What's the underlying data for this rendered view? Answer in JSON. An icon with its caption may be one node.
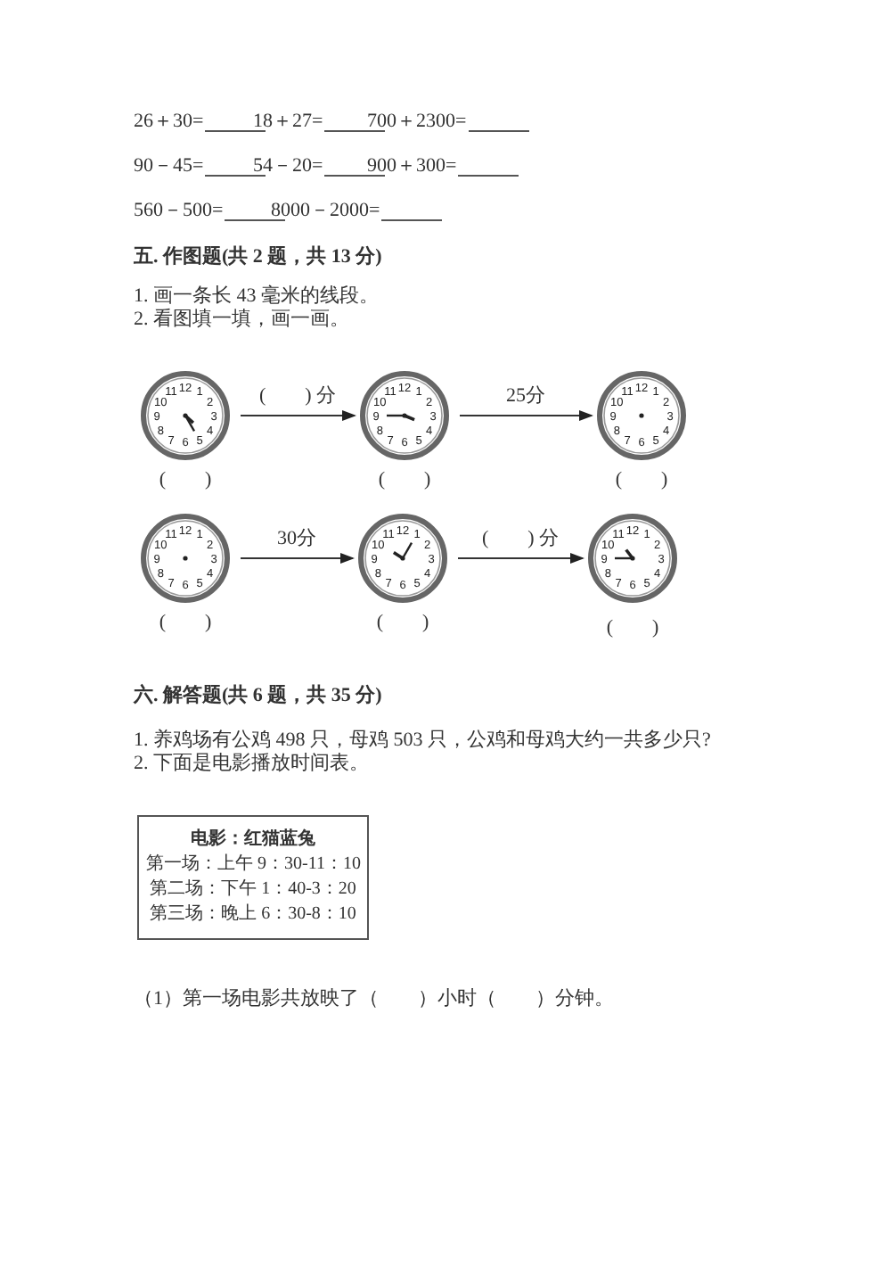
{
  "diagram": {
    "nodes": [
      {
        "text": [
          "11",
          "12",
          "1",
          "10",
          "2",
          "9",
          "3",
          "8",
          "4",
          "7",
          "6",
          "5"
        ],
        "beside": [
          "(        )"
        ]
      },
      {
        "text": [
          "11",
          "12",
          "1",
          "10",
          "2",
          "9",
          "3",
          "8",
          "4",
          "7",
          "6",
          "5"
        ],
        "beside": [
          "(        )"
        ]
      },
      {
        "text": [
          "11",
          "12",
          "1",
          "10",
          "2",
          "9",
          "3",
          "8",
          "4",
          "7",
          "6",
          "5"
        ],
        "beside": [
          "(        )"
        ]
      },
      {
        "text": [
          "11",
          "12",
          "1",
          "10",
          "2",
          "9",
          "3",
          "8",
          "4",
          "7",
          "6",
          "5"
        ],
        "beside": [
          "(        )"
        ]
      },
      {
        "text": [
          "11",
          "12",
          "1",
          "10",
          "2",
          "9",
          "3",
          "8",
          "4",
          "7",
          "6",
          "5"
        ],
        "beside": [
          "(        )"
        ]
      },
      {
        "text": [
          "11",
          "12",
          "1",
          "10",
          "2",
          "9",
          "3",
          "8",
          "4",
          "7",
          "6",
          "5"
        ],
        "beside": [
          "(        )"
        ]
      },
      {
        "text": [
          "电影：红猫蓝兔",
          "第一场：上午 9：30-11：10",
          "第二场：下午 1：40-3：20",
          "第三场：晚上 6：30-8：10"
        ]
      }
    ],
    "edges": [
      {
        "from": 0,
        "to": 1,
        "arrow": "to",
        "label": "(        ) 分"
      },
      {
        "from": 1,
        "to": 2,
        "arrow": "to",
        "label": "25分"
      },
      {
        "from": 3,
        "to": 4,
        "arrow": "to",
        "label": "30分"
      },
      {
        "from": 4,
        "to": 5,
        "arrow": "to",
        "label": "(        ) 分"
      }
    ],
    "labels": [
      "26＋30=",
      "18＋27=",
      "700＋2300=",
      "90－45=",
      "54－20=",
      "900＋300=",
      "560－500=",
      "8000－2000=",
      "五. 作图题(共 2 题，共 13 分)",
      "1. 画一条长 43 毫米的线段。",
      "2. 看图填一填，画一画。",
      "六. 解答题(共 6 题，共 35 分)",
      "1. 养鸡场有公鸡 498 只，母鸡 503 只，公鸡和母鸡大约一共多少只?",
      "2. 下面是电影播放时间表。",
      "（1）第一场电影共放映了（　　）小时（　　）分钟。"
    ]
  }
}
